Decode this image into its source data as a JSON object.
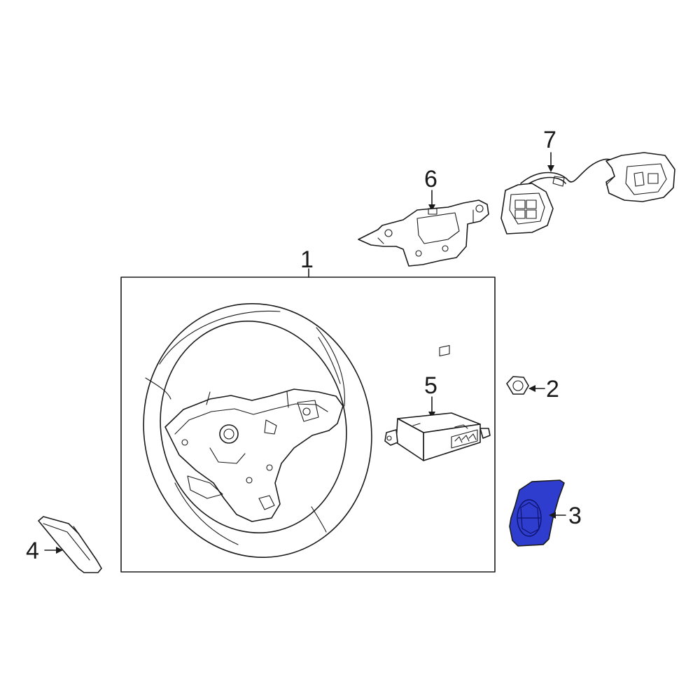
{
  "callouts": {
    "c1": "1",
    "c2": "2",
    "c3": "3",
    "c4": "4",
    "c5": "5",
    "c6": "6",
    "c7": "7"
  },
  "colors": {
    "highlight_part": "#2f3dcf",
    "line": "#1a1a1a",
    "background": "#ffffff"
  }
}
